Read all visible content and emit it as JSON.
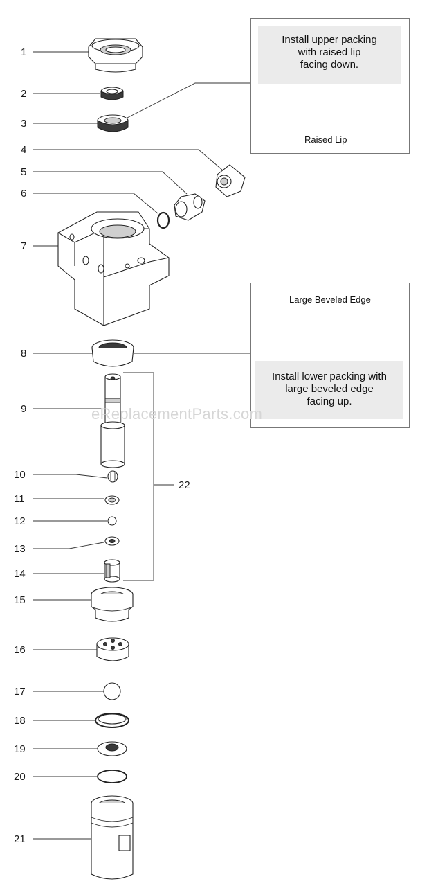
{
  "labels": {
    "p1": "1",
    "p2": "2",
    "p3": "3",
    "p4": "4",
    "p5": "5",
    "p6": "6",
    "p7": "7",
    "p8": "8",
    "p9": "9",
    "p10": "10",
    "p11": "11",
    "p12": "12",
    "p13": "13",
    "p14": "14",
    "p15": "15",
    "p16": "16",
    "p17": "17",
    "p18": "18",
    "p19": "19",
    "p20": "20",
    "p21": "21",
    "p22": "22"
  },
  "note_upper": {
    "line1": "Install upper packing",
    "line2": "with raised lip",
    "line3": "facing down.",
    "callout": "Raised Lip"
  },
  "note_lower": {
    "callout": "Large Beveled Edge",
    "line1": "Install lower packing with",
    "line2": "large beveled edge",
    "line3": "facing up."
  },
  "watermark": "eReplacementParts.com"
}
